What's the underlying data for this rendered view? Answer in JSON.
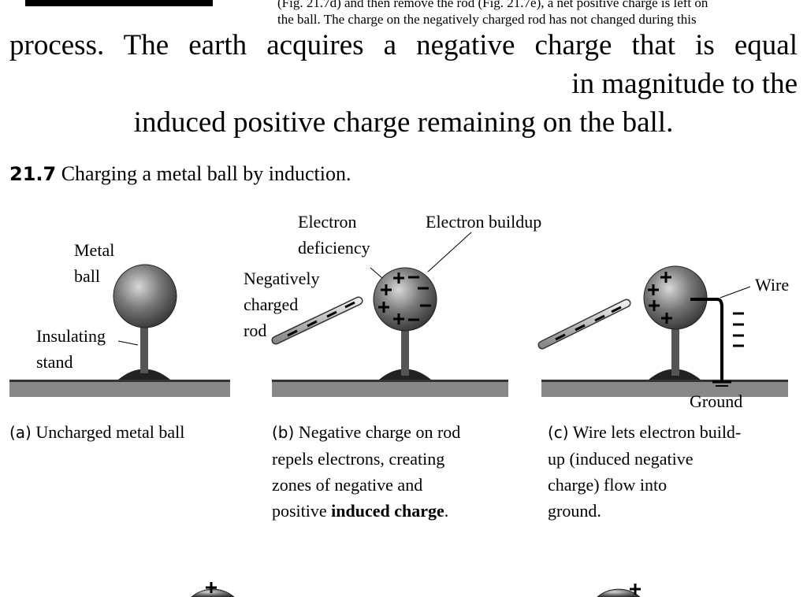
{
  "body_text": {
    "line1": "(Fig. 21.7d) and then remove the rod (Fig. 21.7e), a net positive charge is left on",
    "line2": "the ball. The charge on the negatively charged rod has not changed during this",
    "big1": "process. The earth acquires a negative charge that is equal",
    "big2": "in magnitude to the",
    "big3": "induced positive charge remaining on the ball."
  },
  "figure": {
    "number": "21.7",
    "title": "Charging a metal ball by induction.",
    "panel_a": {
      "label_metal": "Metal",
      "label_ball": "ball",
      "label_insulating": "Insulating",
      "label_stand": "stand",
      "cap_letter": "(a)",
      "caption": "Uncharged metal ball"
    },
    "panel_b": {
      "label_electron": "Electron",
      "label_deficiency": "deficiency",
      "label_buildup": "Electron buildup",
      "label_neg": "Negatively",
      "label_charged": "charged",
      "label_rod": "rod",
      "cap_letter": "(b)",
      "caption1": "Negative charge on rod",
      "caption2": "repels electrons, creating",
      "caption3": "zones of negative and",
      "caption4_pre": "positive ",
      "caption4_bold": "induced charge",
      "caption4_post": "."
    },
    "panel_c": {
      "label_wire": "Wire",
      "label_ground": "Ground",
      "cap_letter": "(c)",
      "caption1": "Wire lets electron build-",
      "caption2": "up (induced negative",
      "caption3": "charge) flow into",
      "caption4": "ground."
    }
  }
}
